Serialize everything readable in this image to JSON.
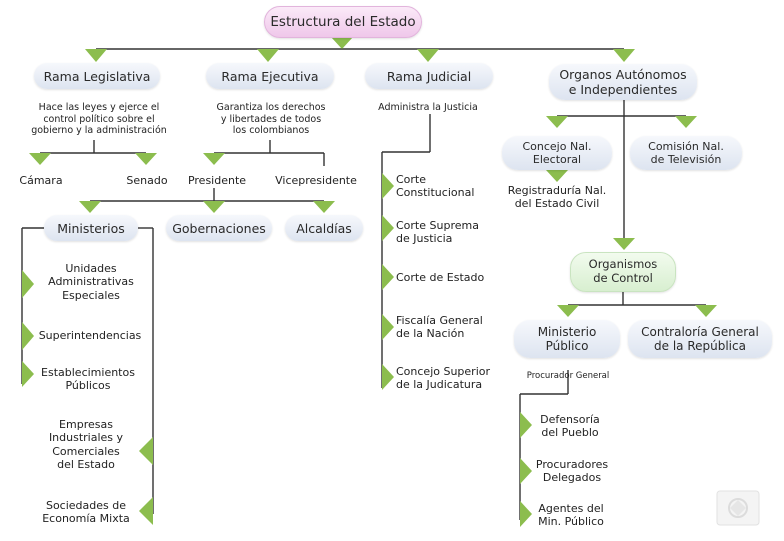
{
  "title": "Estructura del Estado",
  "ramas": {
    "legislativa": "Rama Legislativa",
    "ejecutiva": "Rama Ejecutiva",
    "judicial": "Rama Judicial",
    "autonomos": "Organos Autónomos\ne Independientes"
  },
  "descripciones": {
    "legislativa": "Hace las leyes y ejerce el\ncontrol político sobre el\ngobierno y la administración",
    "ejecutiva": "Garantiza los derechos\ny libertades de todos\nlos colombianos",
    "judicial": "Administra la Justicia"
  },
  "legislativa": {
    "camara": "Cámara",
    "senado": "Senado"
  },
  "ejecutiva": {
    "presidente": "Presidente",
    "vicepresidente": "Vicepresidente",
    "ministerios": "Ministerios",
    "gobernaciones": "Gobernaciones",
    "alcaldias": "Alcaldías",
    "ministerios_items": [
      "Unidades\nAdministrativas\nEspeciales",
      "Superintendencias",
      "Establecimientos\nPúblicos"
    ],
    "otros_items": [
      "Empresas\nIndustriales y\nComerciales\ndel Estado",
      "Sociedades de\nEconomía Mixta"
    ]
  },
  "judicial": {
    "items": [
      "Corte\nConstitucional",
      "Corte Suprema\nde Justicia",
      "Corte de Estado",
      "Fiscalía General\nde la Nación",
      "Concejo Superior\nde la Judicatura"
    ]
  },
  "autonomos": {
    "concejo_electoral": "Concejo Nal.\nElectoral",
    "comision_television": "Comisión Nal.\nde Televisión",
    "registraduria": "Registraduría Nal.\ndel Estado Civil",
    "organismos_control": "Organismos\nde Control",
    "ministerio_publico": "Ministerio\nPúblico",
    "contraloria": "Contraloría General\nde la República",
    "procurador": "Procurador General",
    "mp_items": [
      "Defensoría\ndel Pueblo",
      "Procuradores\nDelegados",
      "Agentes del\nMin. Público"
    ]
  },
  "colors": {
    "arrow": "#8cbd4e",
    "line": "#333333",
    "pink": "#efc7ea",
    "grey": "#dde4f0"
  }
}
